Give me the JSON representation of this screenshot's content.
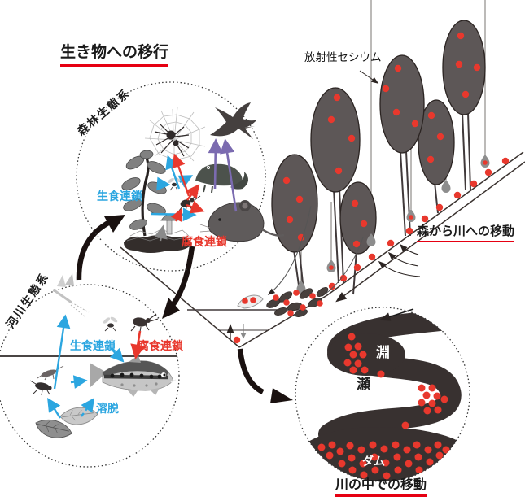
{
  "titles": {
    "transfer_to_organisms": "生き物への移行",
    "forest_to_river": "森から川への移動",
    "movement_in_river": "川の中での移動"
  },
  "labels": {
    "radioactive_cesium": "放射性セシウム",
    "forest_ecosystem": "森林生態系",
    "river_ecosystem": "河川生態系",
    "forest_grazing_chain": "生食連鎖",
    "forest_detritus_chain": "腐食連鎖",
    "river_grazing_chain": "生食連鎖",
    "river_detritus_chain": "腐食連鎖",
    "leaching": "溶脱",
    "pool": "淵",
    "riffle": "瀬",
    "dam": "ダム"
  },
  "colors": {
    "accent_red_underline": "#e60012",
    "cesium_dot_red": "#e8382d",
    "grazing_chain_blue": "#2ca6e0",
    "detritus_chain_red": "#e8382d",
    "predation_purple": "#7b6bb0",
    "tree_canopy_gray": "#5d5757",
    "river_dark": "#383130",
    "line_dark": "#2b2422"
  }
}
